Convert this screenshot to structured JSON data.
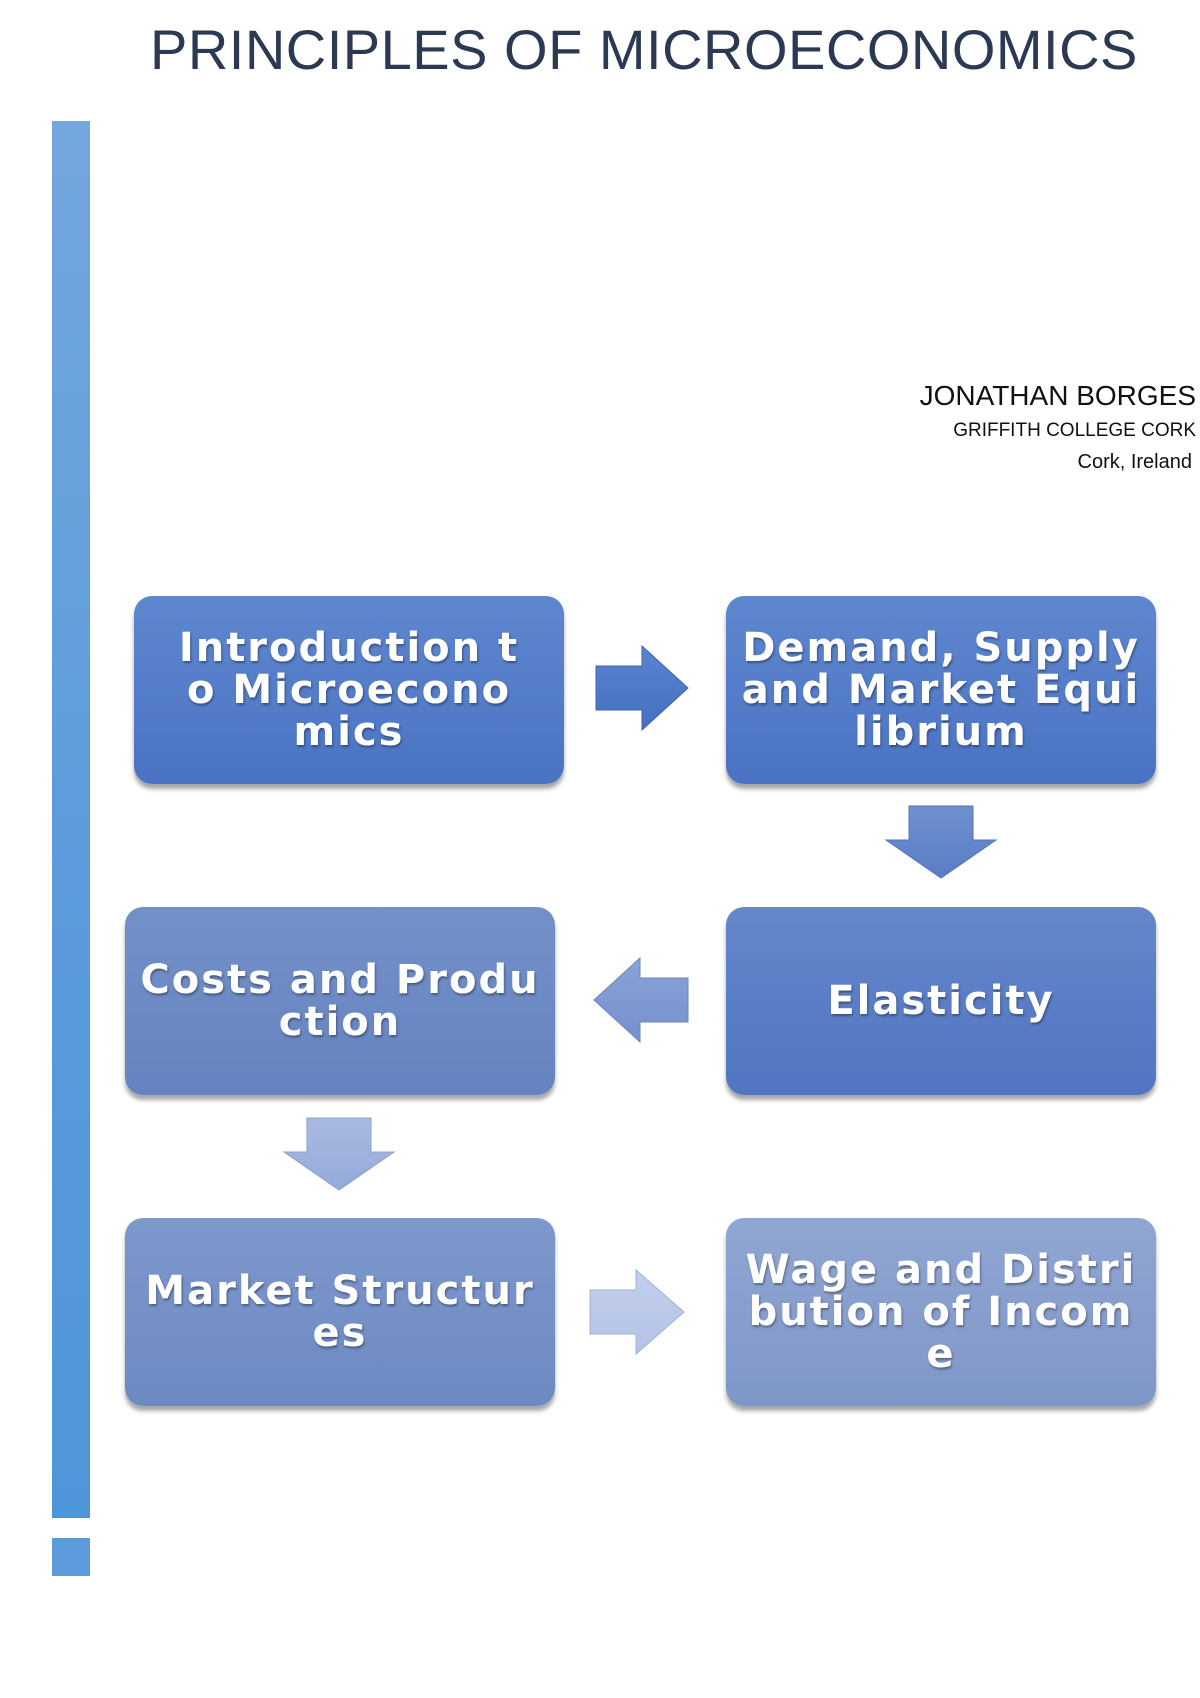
{
  "document": {
    "title": "PRINCIPLES OF MICROECONOMICS",
    "author": {
      "name": "JONATHAN BORGES",
      "college": "GRIFFITH COLLEGE CORK",
      "location": "Cork, Ireland"
    }
  },
  "flow": {
    "steps": [
      {
        "label": "Introduction to Microeconomics",
        "color": "#4f78c6"
      },
      {
        "label": "Demand, Supply and Market Equilibrium",
        "color": "#4f78c6"
      },
      {
        "label": "Elasticity",
        "color": "#567ac2"
      },
      {
        "label": "Costs and Production",
        "color": "#6986c2"
      },
      {
        "label": "Market Structures",
        "color": "#728dc4"
      },
      {
        "label": "Wage and Distribution of Income",
        "color": "#869dcc"
      }
    ]
  },
  "colors": {
    "accent_bar": "#5b9bdb",
    "title_text": "#2b3a52"
  }
}
